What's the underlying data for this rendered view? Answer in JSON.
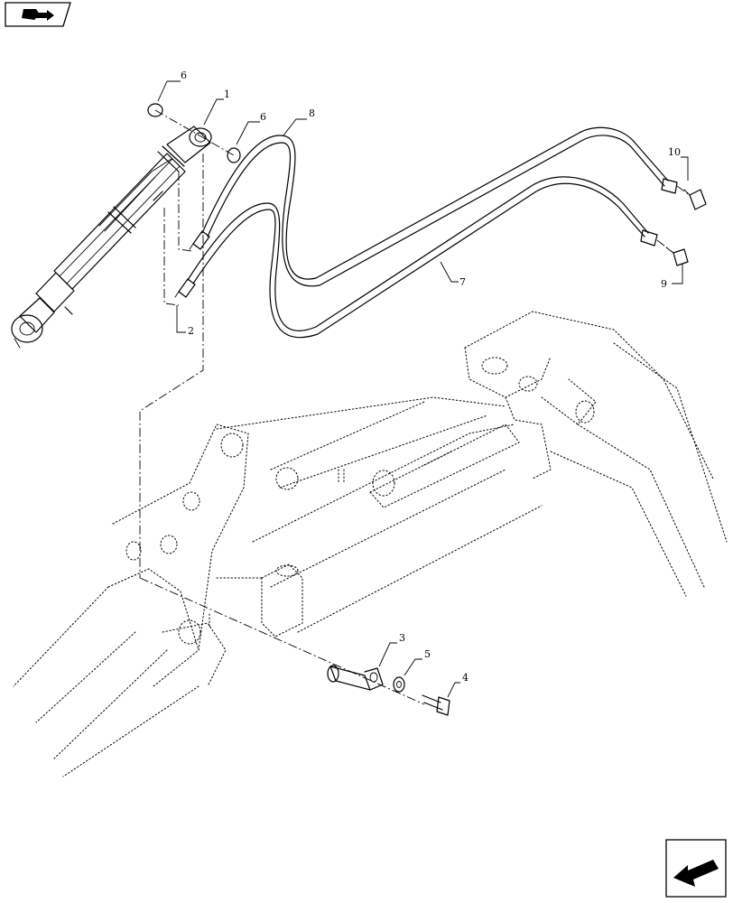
{
  "diagram": {
    "callouts": {
      "c1": "1",
      "c2": "2",
      "c3": "3",
      "c4": "4",
      "c5": "5",
      "c6a": "6",
      "c6b": "6",
      "c7": "7",
      "c8": "8",
      "c9": "9",
      "c10": "10"
    }
  },
  "nav": {
    "top_icon": "book-arrow-icon",
    "bottom_icon": "return-arrow-icon"
  }
}
